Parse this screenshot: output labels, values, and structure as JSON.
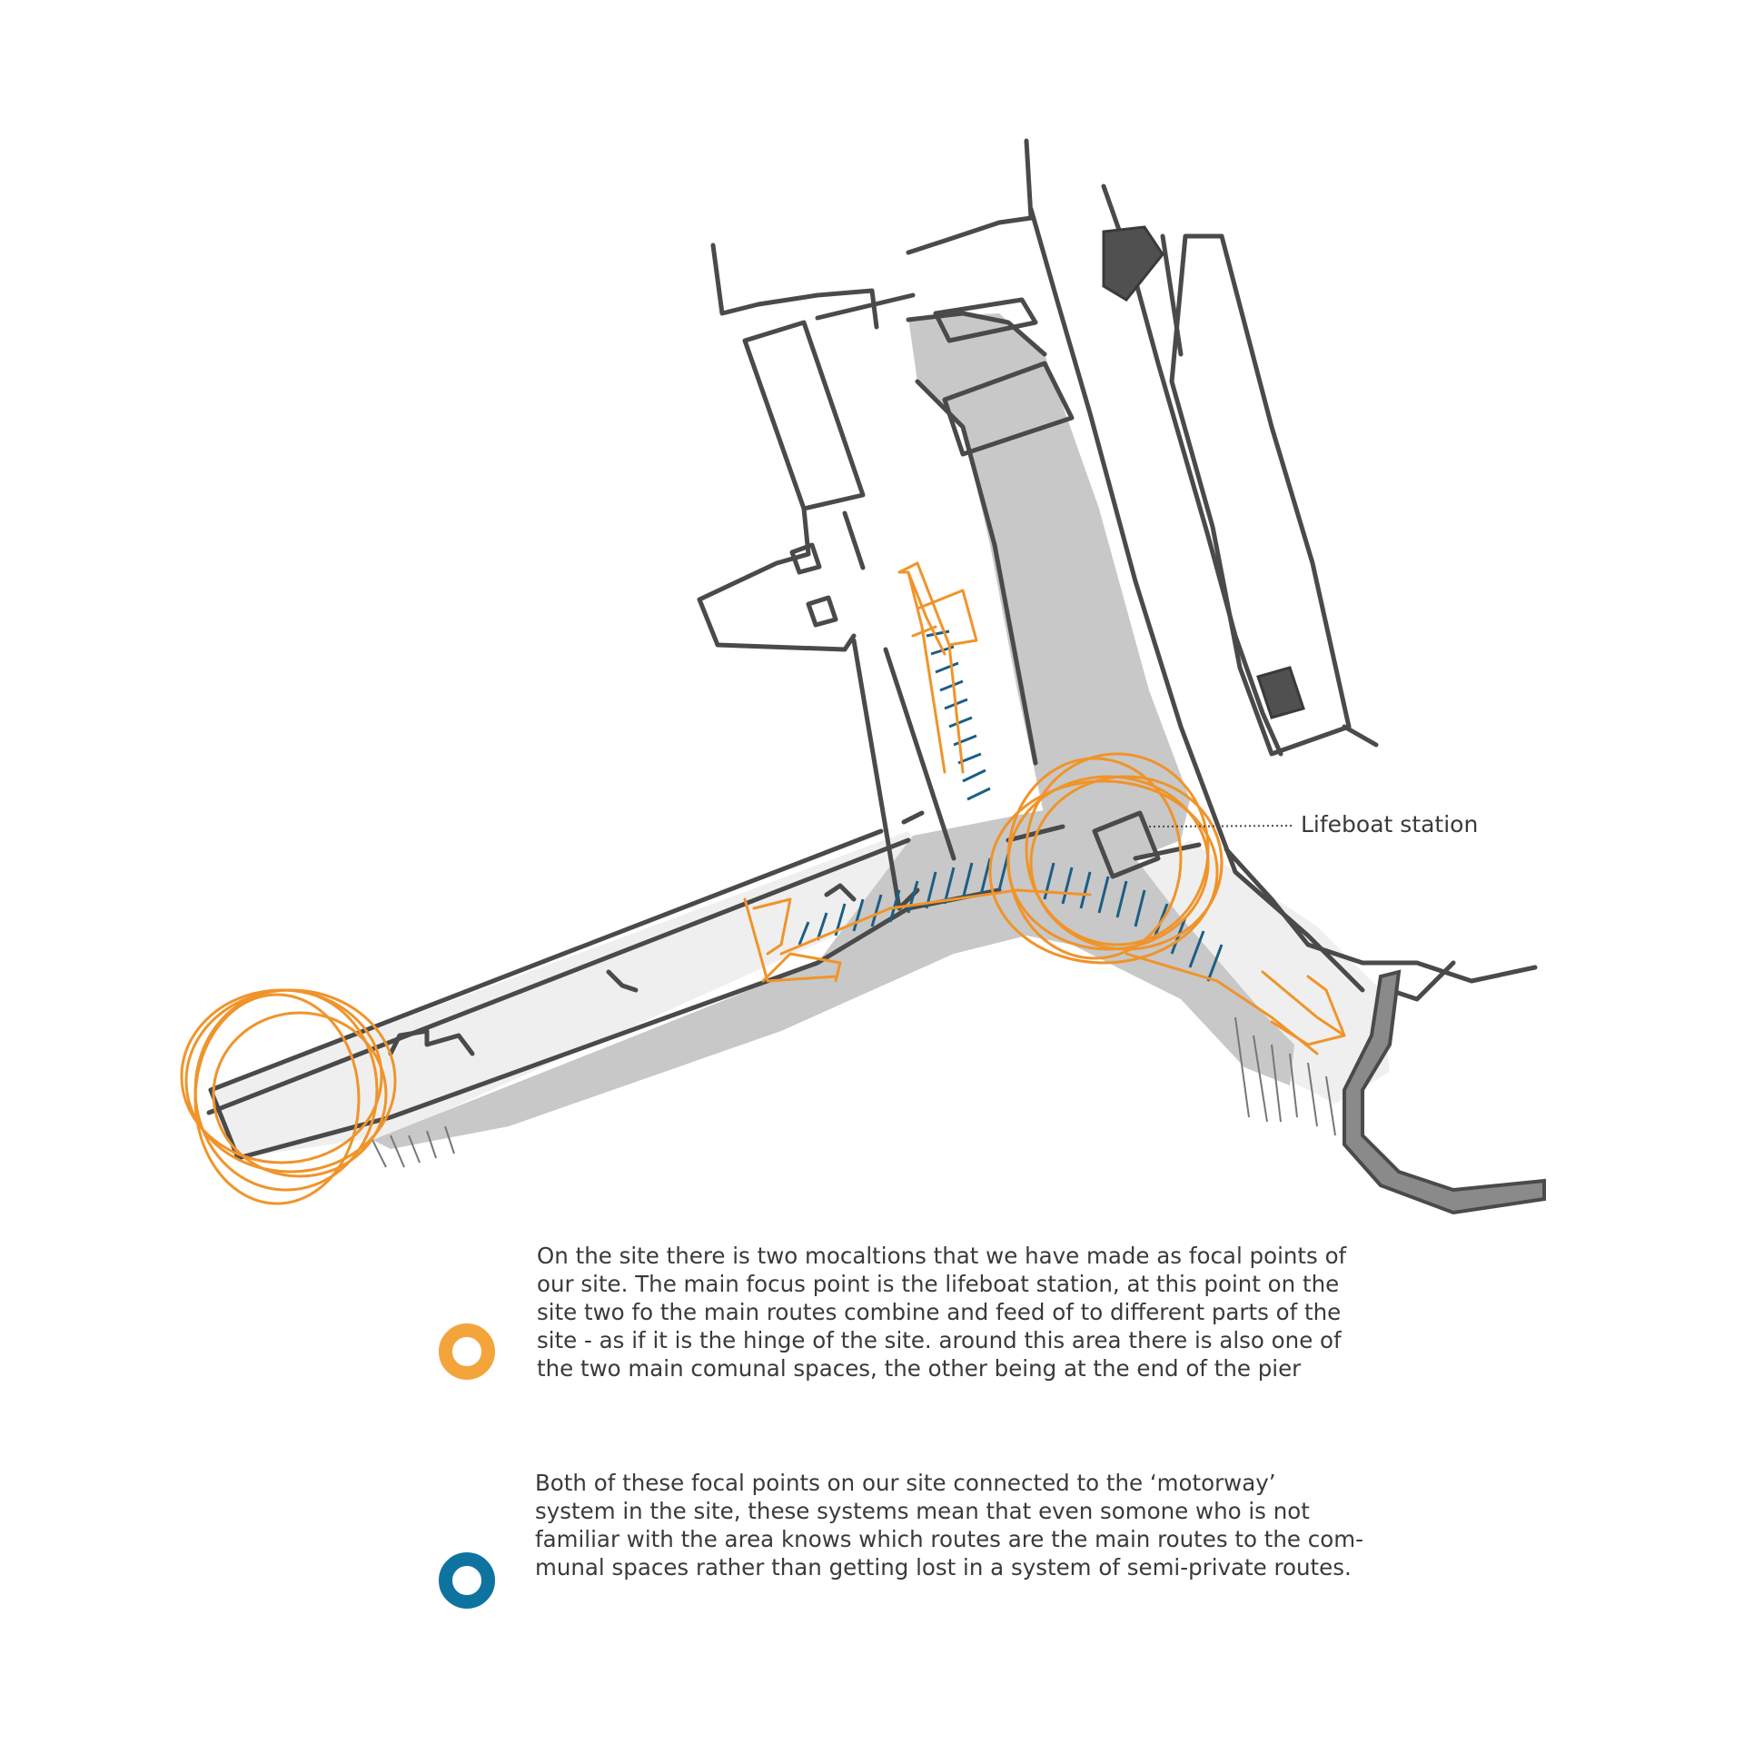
{
  "callout": {
    "label": "Lifeboat station"
  },
  "legend": [
    {
      "marker_color": "#f3a53c",
      "lines": [
        "On the site there is two mocaltions that we have made as focal points of",
        "our site. The main focus point is the lifeboat station, at this point on the",
        "site two fo the main routes combine and feed of to different parts of the",
        "site - as if it is the hinge of the site. around this area there is also one of",
        "the two main comunal spaces, the other being at the end of the pier"
      ]
    },
    {
      "marker_color": "#0f73a0",
      "lines": [
        "Both of these focal points on our site connected to the    ‘motorway’",
        "system in the site, these systems mean that even somone who is not",
        "familiar with the area knows which routes are the main routes to the com-",
        "munal spaces rather than getting lost in a system of semi-private routes."
      ]
    }
  ],
  "colors": {
    "ink": "#4a4a4a",
    "fill_dark": "#c8c8c8",
    "fill_light": "#efefef",
    "focal": "#f0942a",
    "motorway": "#1b5f85"
  }
}
